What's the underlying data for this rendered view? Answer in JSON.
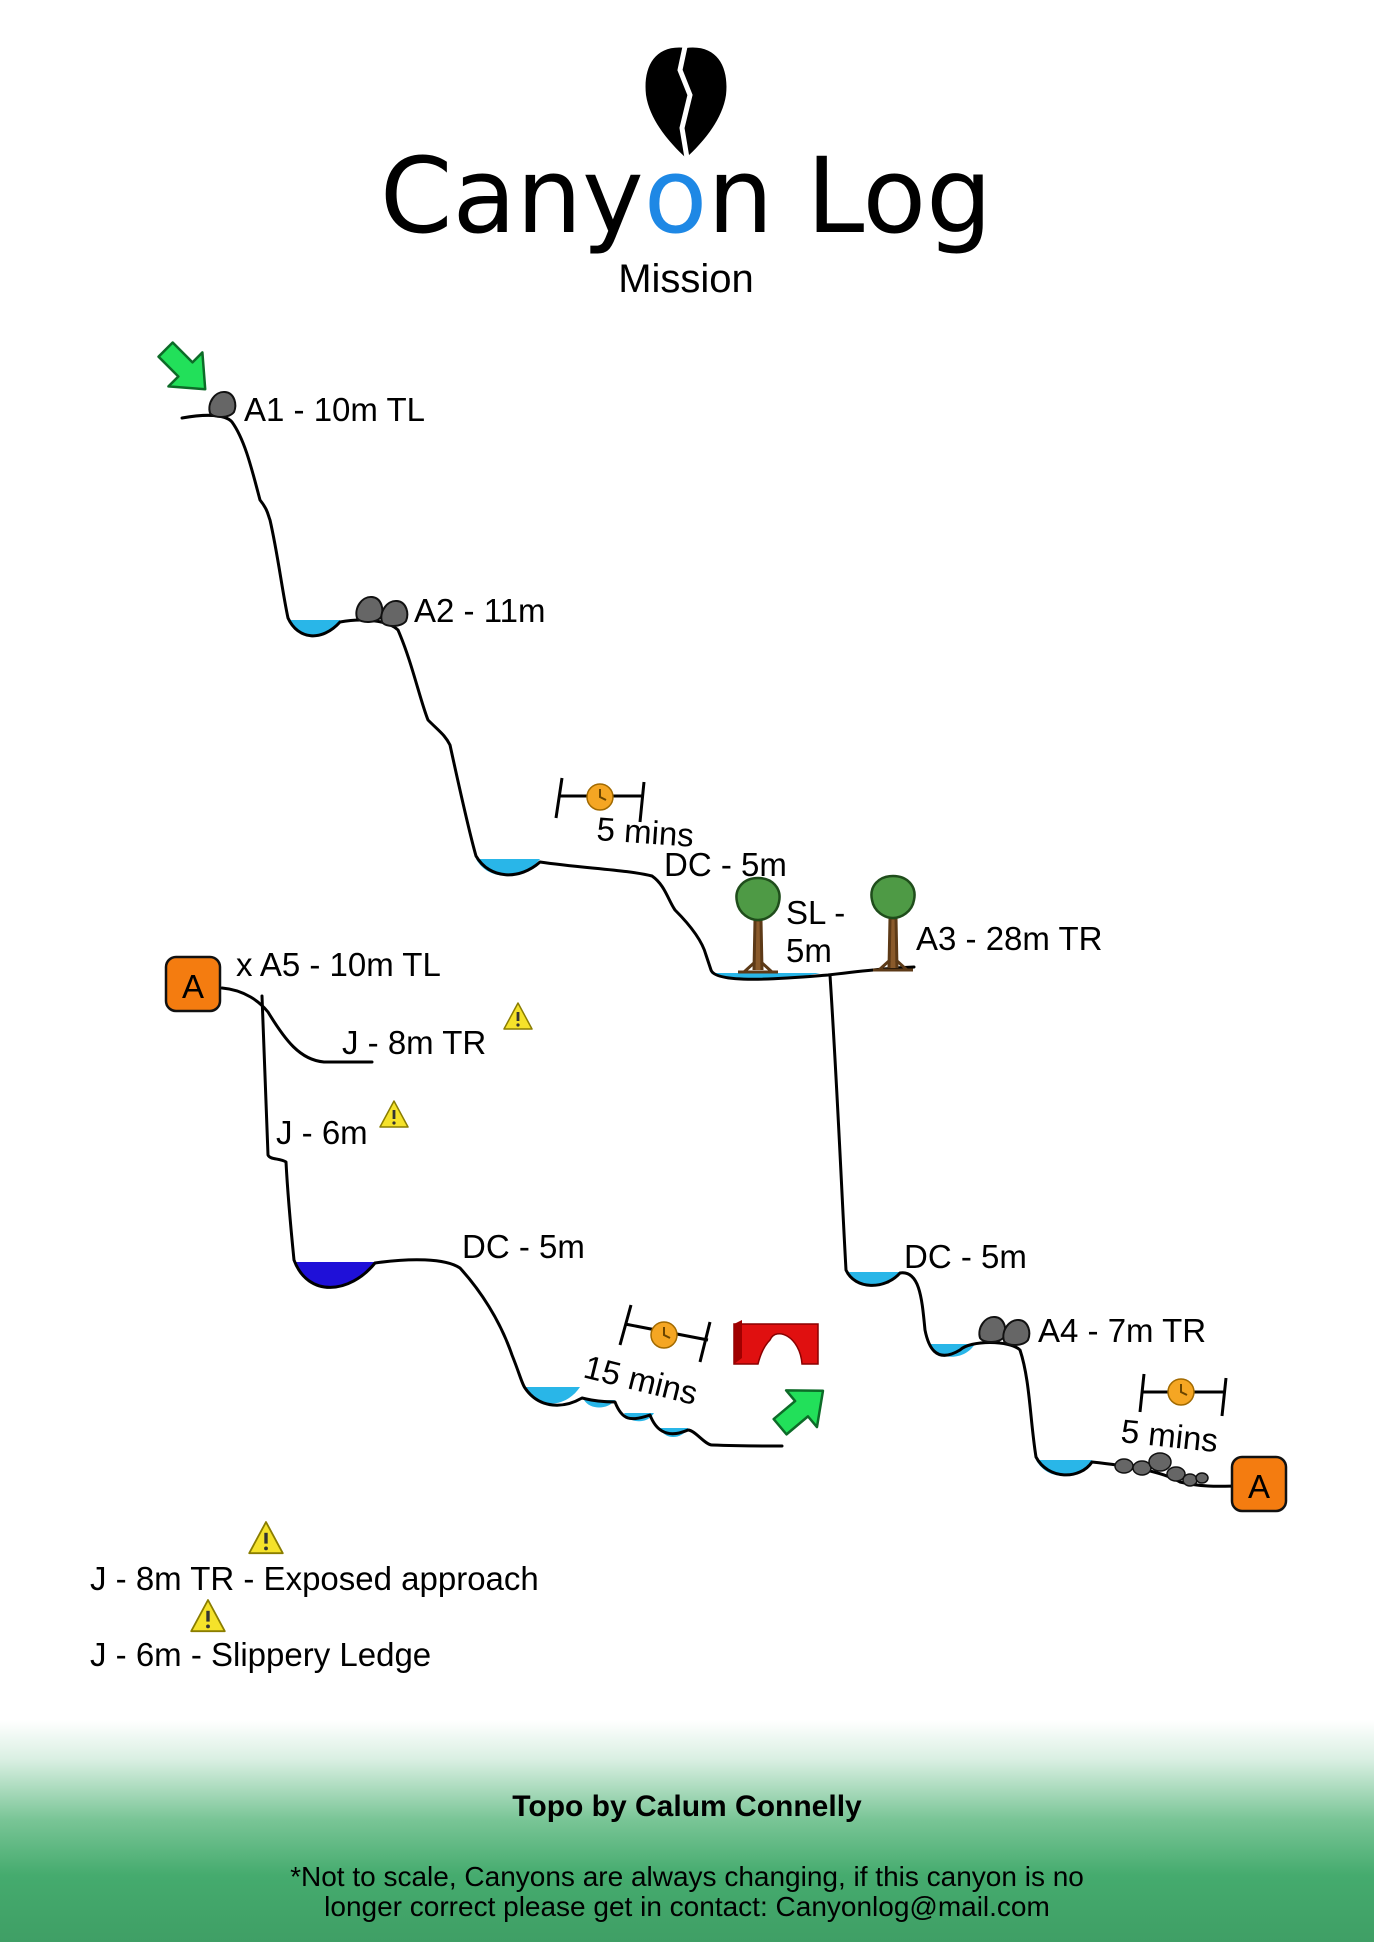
{
  "header": {
    "title_part1": "Cany",
    "title_o": "o",
    "title_part2": "n Log",
    "subtitle": "Mission",
    "accent_color": "#1e88e5"
  },
  "labels": {
    "a1": "A1 - 10m TL",
    "a2": "A2 - 11m",
    "time1": "5 mins",
    "dc1": "DC - 5m",
    "sl_line1": "SL -",
    "sl_line2": "5m",
    "a3": "A3 - 28m TR",
    "a5": "x A5 - 10m TL",
    "j8": "J - 8m TR",
    "j6": "J - 6m",
    "dc_left": "DC - 5m",
    "dc_right": "DC - 5m",
    "a4": "A4 - 7m TR",
    "time2": "15 mins",
    "time3": "5 mins",
    "anchor_letter": "A"
  },
  "legend": {
    "item1": "J - 8m TR - Exposed approach",
    "item2": "J - 6m - Slippery Ledge"
  },
  "footer": {
    "credit": "Topo by Calum Connelly",
    "note_line1": "*Not to scale, Canyons are always changing, if this canyon is no",
    "note_line2": "longer correct please get in contact: Canyonlog@mail.com"
  },
  "colors": {
    "water": "#29b6e8",
    "deep_water": "#1f10d8",
    "arrow": "#22e05a",
    "anchor": "#f47c10",
    "rock": "#666666",
    "tree_leaf": "#4e9a45",
    "tree_trunk": "#8a5a2b",
    "warning": "#f5e22a",
    "clock": "#f5a623",
    "arch": "#e01010",
    "footer_green": "#3f9f65"
  },
  "icons": [
    "logo-drop-icon",
    "start-arrow-icon",
    "exit-arrow-icon",
    "anchor-icon",
    "rock-icon",
    "tree-icon",
    "warning-icon",
    "clock-icon",
    "arch-icon"
  ]
}
